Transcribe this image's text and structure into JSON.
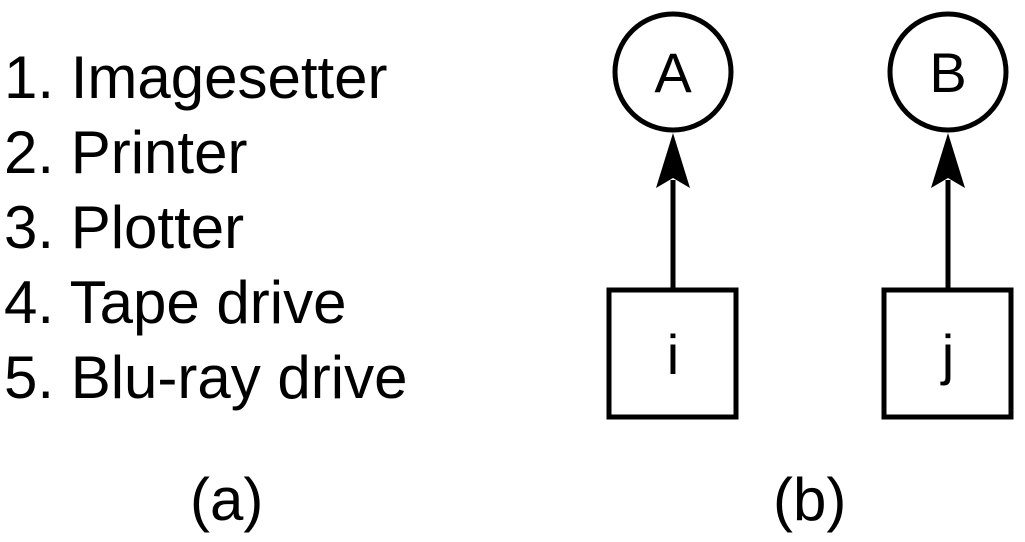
{
  "part_a": {
    "items": [
      "1. Imagesetter",
      "2. Printer",
      "3. Plotter",
      "4. Tape drive",
      "5. Blu-ray drive"
    ],
    "caption": "(a)"
  },
  "part_b": {
    "resource_nodes": [
      {
        "label": "A"
      },
      {
        "label": "B"
      }
    ],
    "process_nodes": [
      {
        "label": "i"
      },
      {
        "label": "j"
      }
    ],
    "edges": [
      {
        "from": "i",
        "to": "A"
      },
      {
        "from": "j",
        "to": "B"
      }
    ],
    "caption": "(b)"
  }
}
